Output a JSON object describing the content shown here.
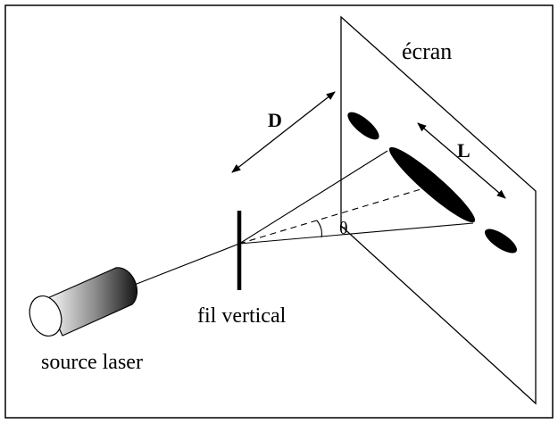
{
  "labels": {
    "screen": "écran",
    "distance": "D",
    "fringe_width": "L",
    "angle": "θ",
    "wire": "fil vertical",
    "source": "source laser"
  },
  "colors": {
    "ink": "#000000",
    "background": "#ffffff"
  }
}
